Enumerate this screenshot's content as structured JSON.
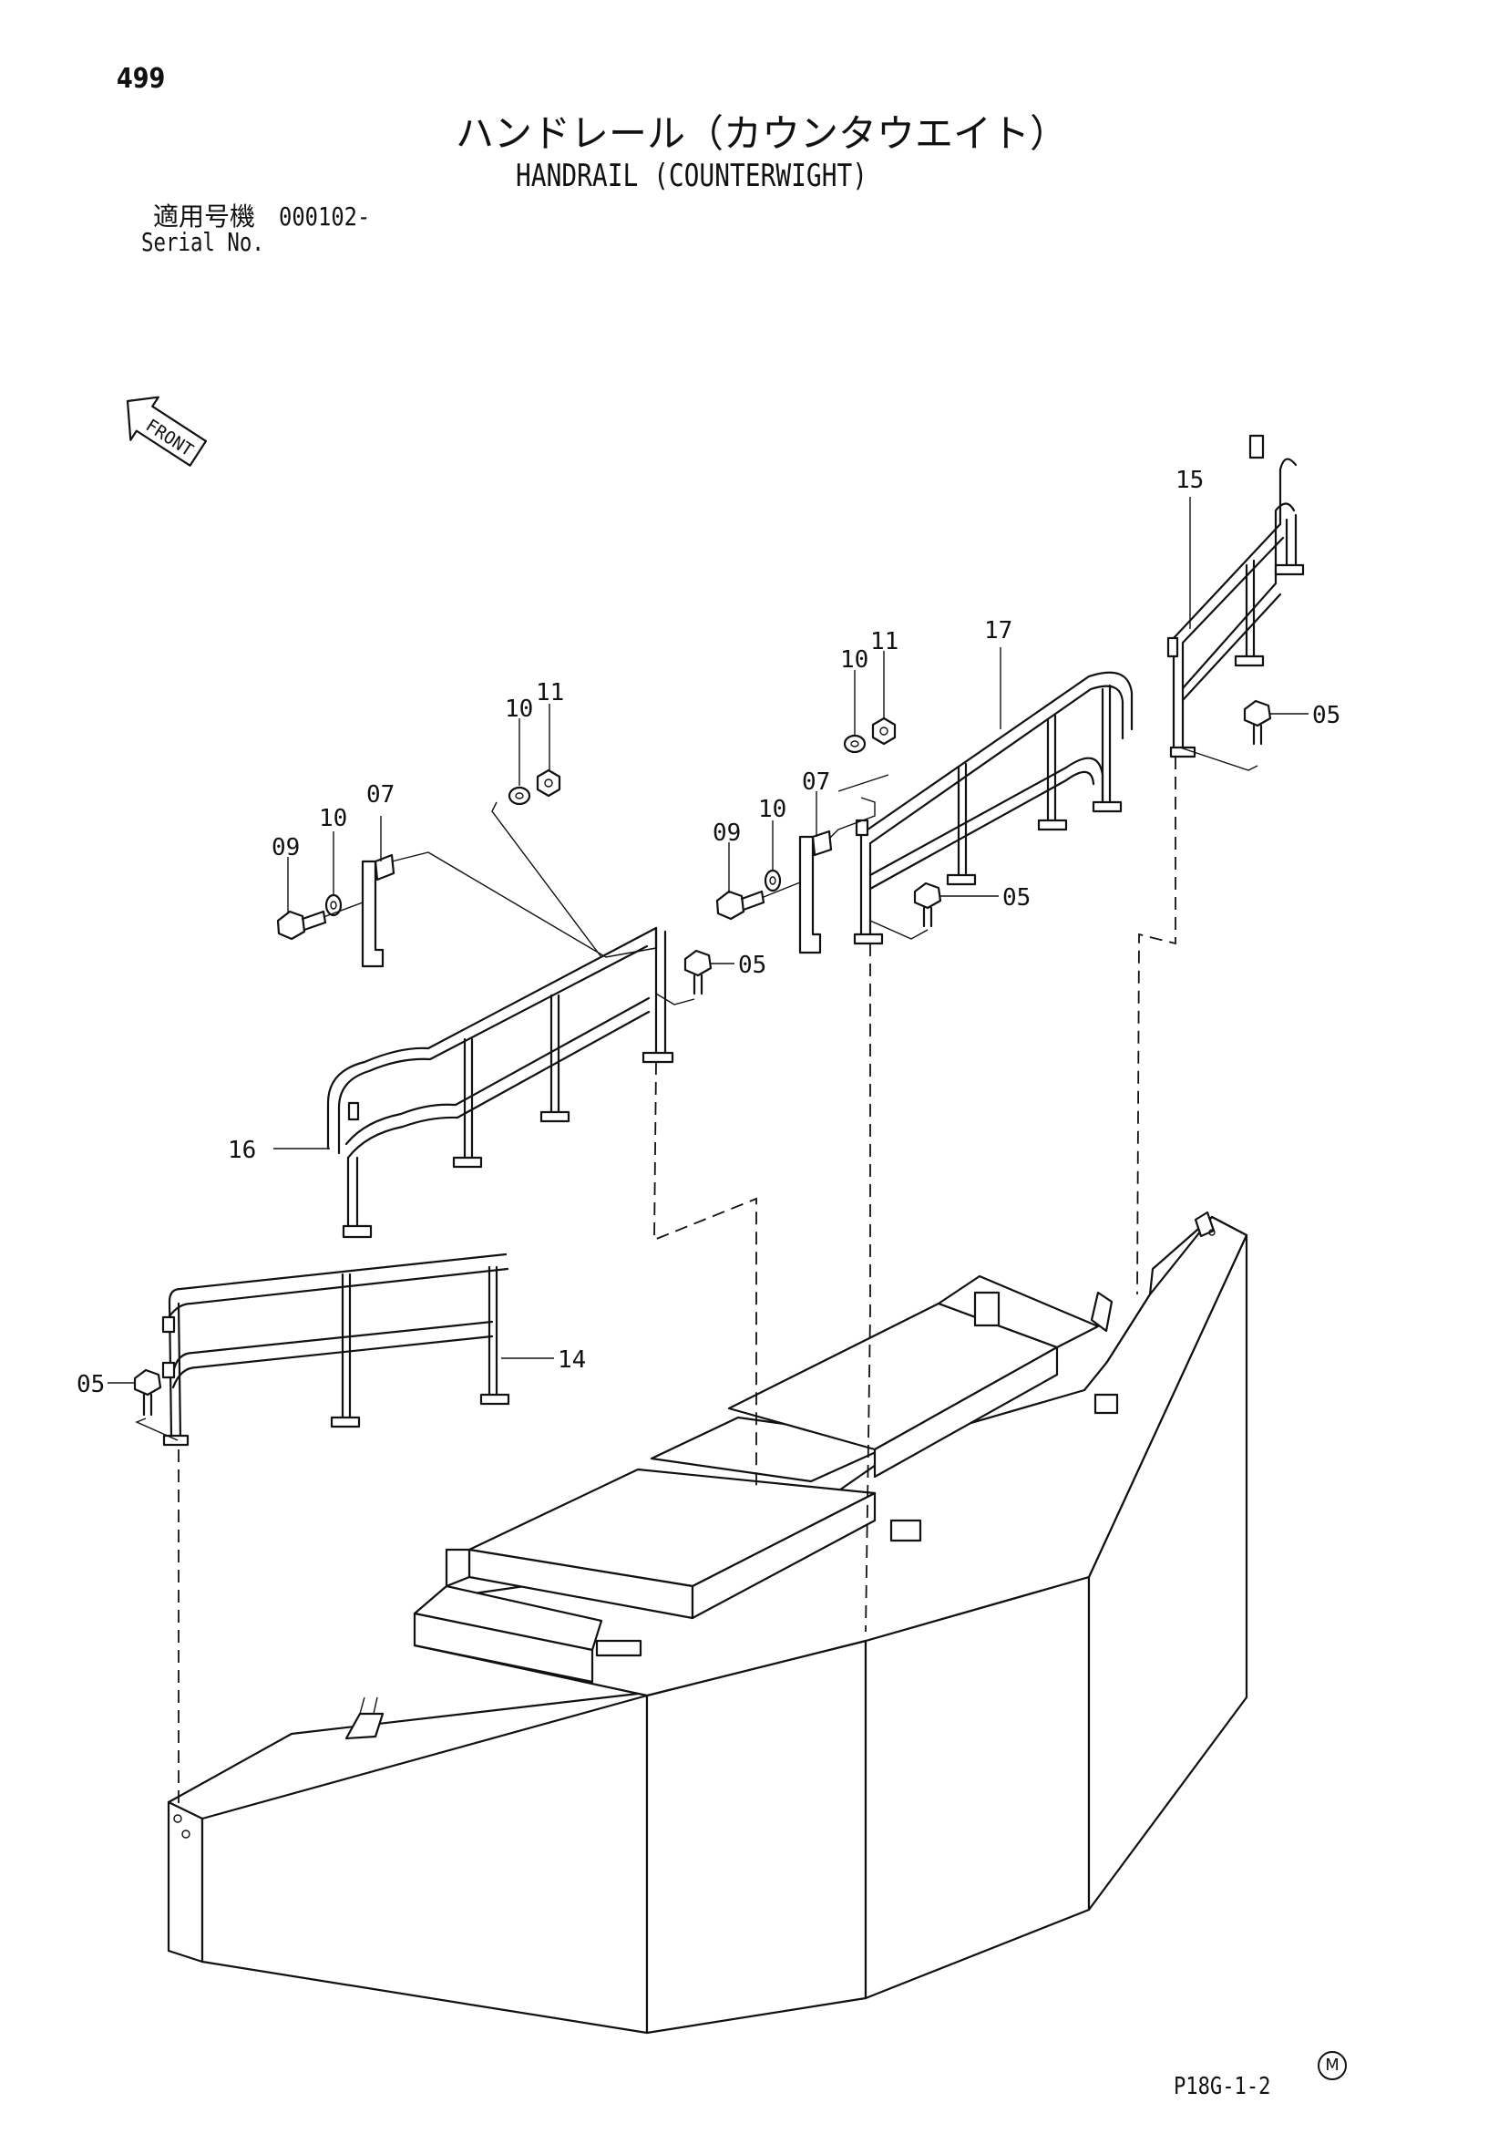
{
  "header": {
    "page_number": "499",
    "title_jp": "ハンドレール（カウンタウエイト）",
    "title_en": "HANDRAIL (COUNTERWIGHT)",
    "serial_label_jp": "適用号機",
    "serial_value": "000102-",
    "serial_label_en": "Serial No."
  },
  "front_indicator": {
    "label": "FRONT",
    "icon": "arrow-icon"
  },
  "callouts": {
    "c05a": "05",
    "c05b": "05",
    "c05c": "05",
    "c05d": "05",
    "c07a": "07",
    "c07b": "07",
    "c09a": "09",
    "c09b": "09",
    "c10a": "10",
    "c10b": "10",
    "c10c": "10",
    "c10d": "10",
    "c11a": "11",
    "c11b": "11",
    "c14": "14",
    "c15": "15",
    "c16": "16",
    "c17": "17"
  },
  "footer": {
    "page_code": "P18G-1-2",
    "mark": "M"
  }
}
